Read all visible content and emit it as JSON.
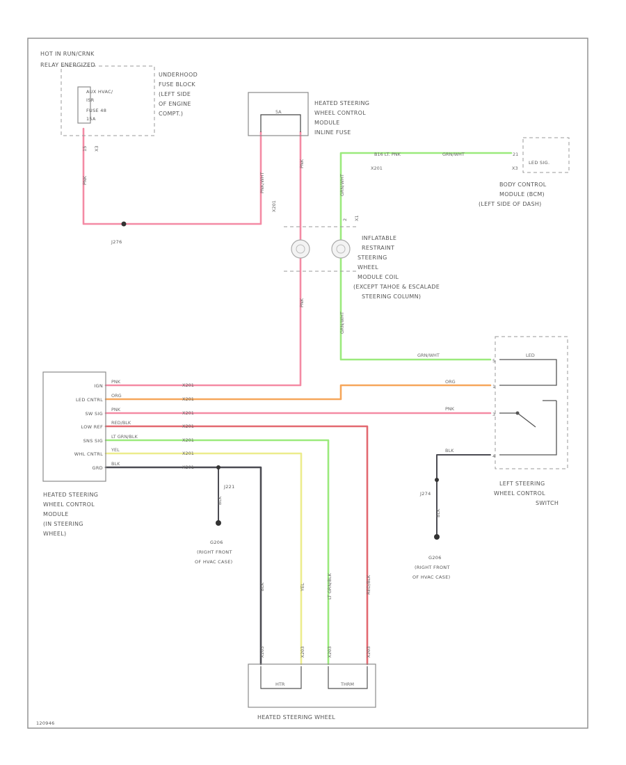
{
  "colors": {
    "pink": "#f48aa4",
    "orange": "#f6a65a",
    "red": "#e36870",
    "green": "#9bea7c",
    "yellow": "#ecec8c",
    "gray": "#4b4b52",
    "outline": "#8a8a8a"
  },
  "top_left": {
    "hot_in": "HOT IN RUN/CRNK",
    "relay": "RELAY ENERGIZED",
    "fuse_line1": "AUX HVAC/",
    "fuse_line2": "ISR",
    "fuse_line3": "FUSE 48",
    "fuse_line4": "15A",
    "conn": "X3",
    "pin": "15",
    "block_line1": "UNDERHOOD",
    "block_line2": "FUSE BLOCK",
    "block_line3": "(LEFT SIDE",
    "block_line4": "OF ENGINE",
    "block_line5": "COMPT.)",
    "wire_pnk": "PNK",
    "splice": "J276"
  },
  "inline_fuse": {
    "label_line1": "HEATED STEERING",
    "label_line2": "WHEEL CONTROL",
    "label_line3": "MODULE",
    "label_line4": "INLINE FUSE",
    "fuse_value": "5A",
    "wire_left": "PNK/WHT",
    "conn_left": "X201",
    "wire_right": "PNK"
  },
  "bcm": {
    "wire_label": "B16 LT. PNK",
    "wire_color": "GRN/WHT",
    "conn_x": "X201",
    "pin": "21",
    "conn": "X3",
    "led_box": "LED SIG.",
    "line1": "BODY CONTROL",
    "line2": "MODULE (BCM)",
    "line3": "(LEFT SIDE OF DASH)"
  },
  "coil": {
    "conn": "X1",
    "pin": "2",
    "line1": "INFLATABLE",
    "line2": "RESTRAINT",
    "line3": "STEERING",
    "line4": "WHEEL",
    "line5": "MODULE COIL",
    "line6": "(EXCEPT TAHOE & ESCALADE",
    "line7": "STEERING COLUMN)",
    "wire_pnk": "PNK",
    "wire_grnwht": "GRN/WHT"
  },
  "module": {
    "pins": [
      "IGN",
      "LED CNTRL",
      "SW SIG",
      "LOW REF",
      "SNS SIG",
      "WHL CNTRL",
      "GRD"
    ],
    "wires": [
      "PNK",
      "ORG",
      "PNK",
      "RED/BLK",
      "LT GRN/BLK",
      "YEL",
      "BLK"
    ],
    "conns": [
      "X201",
      "X201",
      "X201",
      "X201",
      "X201",
      "X201",
      "X201"
    ],
    "line1": "HEATED STEERING",
    "line2": "WHEEL CONTROL",
    "line3": "MODULE",
    "line4": "(IN STEERING",
    "line5": "WHEEL)"
  },
  "switch": {
    "wire_grnwht": "GRN/WHT",
    "wire_org": "ORG",
    "wire_pnk": "PNK",
    "wire_blk": "BLK",
    "pins": [
      "5",
      "1",
      "3",
      "4"
    ],
    "led": "LED",
    "line1": "LEFT STEERING",
    "line2": "WHEEL CONTROL",
    "line3": "SWITCH"
  },
  "grounds": {
    "left_splice": "J221",
    "left_wire": "BLK",
    "left_name": "G206",
    "left_loc1": "(RIGHT FRONT",
    "left_loc2": "OF HVAC CASE)",
    "right_splice": "J274",
    "right_wire": "BLK",
    "right_name": "G206",
    "right_loc1": "(RIGHT FRONT",
    "right_loc2": "OF HVAC CASE)"
  },
  "wheel": {
    "wire_blk": "BLK",
    "wire_yel": "YEL",
    "wire_ltgrn": "LT GRN/BLK",
    "wire_red": "RED/BLK",
    "conns": [
      "X203",
      "X203",
      "X203",
      "X203"
    ],
    "heater_box": "HTR",
    "sensor_box": "THRM",
    "title": "HEATED STEERING WHEEL"
  },
  "figure_code": "120946"
}
